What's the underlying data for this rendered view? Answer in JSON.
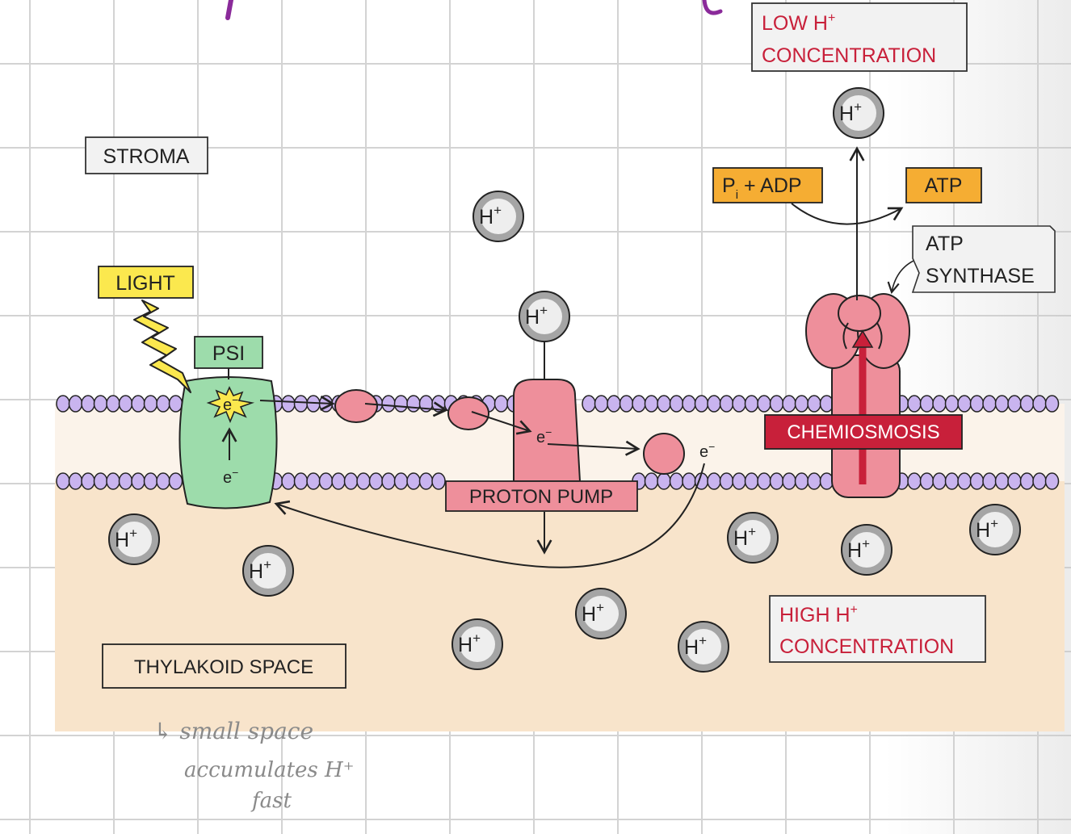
{
  "labels": {
    "stroma": "STROMA",
    "light": "LIGHT",
    "psi": "PSI",
    "proton_pump": "PROTON PUMP",
    "chemiosmosis": "CHEMIOSMOSIS",
    "thylakoid_space": "THYLAKOID SPACE",
    "low_line1": "LOW H",
    "low_sup": "+",
    "low_line2": "CONCENTRATION",
    "high_line1": "HIGH H",
    "high_sup": "+",
    "high_line2": "CONCENTRATION",
    "atp_synthase_line1": "ATP",
    "atp_synthase_line2": "SYNTHASE",
    "pi_p": "P",
    "pi_sub": "i",
    "pi_rest": " + ADP",
    "atp": "ATP"
  },
  "ions": {
    "h": "H",
    "plus": "+",
    "electron": "e",
    "minus": "−"
  },
  "note": {
    "line1": "↳ small space",
    "line2": "accumulates H⁺",
    "line3": "fast"
  },
  "colors": {
    "grid": "#d3d3d3",
    "space_fill": "#f8e4cb",
    "membrane_inner": "#fbf3ea",
    "phospholipid": "#c9b4ef",
    "psi_green": "#9ddcab",
    "protein_pink": "#ee8f9b",
    "chemiosmosis_red": "#c8203a",
    "light_yellow": "#fbe84e",
    "atp_orange": "#f5ad33",
    "ion_gray": "#a5a5a5",
    "red_text": "#c8203a",
    "handwriting": "#8a8a8a",
    "purple_ink": "#8a2a9a"
  }
}
